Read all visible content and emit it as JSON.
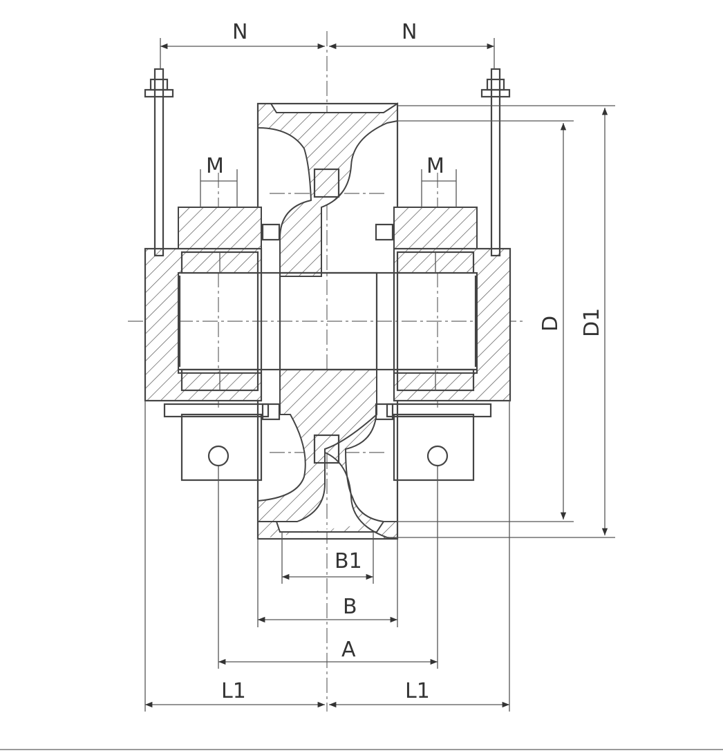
{
  "diagram": {
    "type": "wheel assembly cross-section",
    "labels": {
      "n_left": "N",
      "n_right": "N",
      "m_left": "M",
      "m_right": "M",
      "d": "D",
      "d1": "D1",
      "b1": "B1",
      "b": "B",
      "a": "A",
      "l1_left": "L1",
      "l1_right": "L1"
    }
  }
}
